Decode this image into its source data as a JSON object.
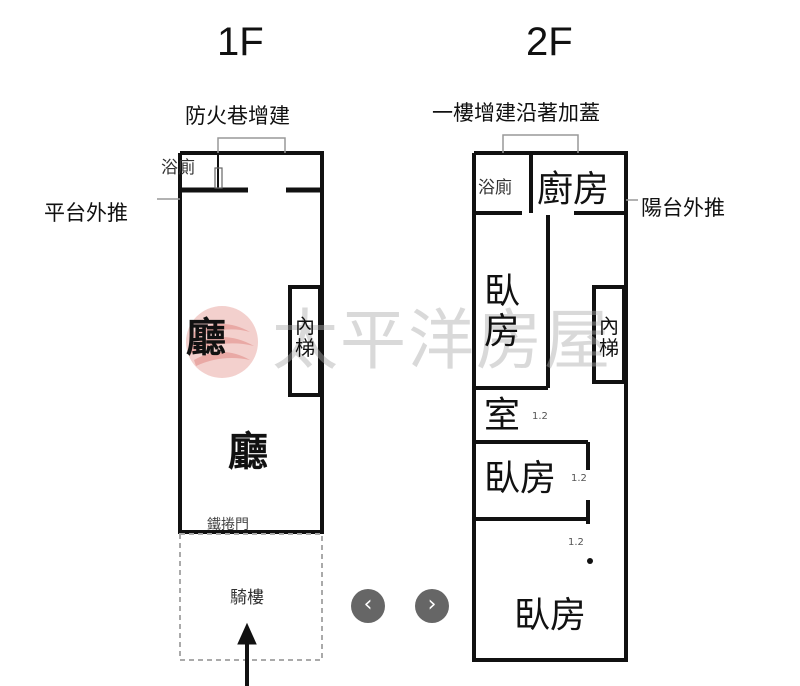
{
  "floors": {
    "first": {
      "title": "1F",
      "addition_note": "防火巷增建",
      "platform_note": "平台外推",
      "bath": "浴廁",
      "stairs": "內梯",
      "living_upper": "廳",
      "living_lower": "廳",
      "gate": "鐵捲門",
      "arcade": "騎樓"
    },
    "second": {
      "title": "2F",
      "addition_note": "一樓增建沿著加蓋",
      "balcony_note": "陽台外推",
      "bath": "浴廁",
      "kitchen": "廚房",
      "bedroom_1": "臥房",
      "stairs": "內梯",
      "room": "室",
      "bedroom_2": "臥房",
      "bedroom_3": "臥房",
      "dim_1": "1.2",
      "dim_2": "1.2",
      "dim_3": "1.2"
    }
  },
  "watermark": {
    "text": "太平洋房屋",
    "logo_colors": [
      "#e9a9a5",
      "#f3d0cd"
    ]
  },
  "navigation": {
    "prev_icon": "‹",
    "next_icon": "›",
    "button_color": "#666666"
  }
}
